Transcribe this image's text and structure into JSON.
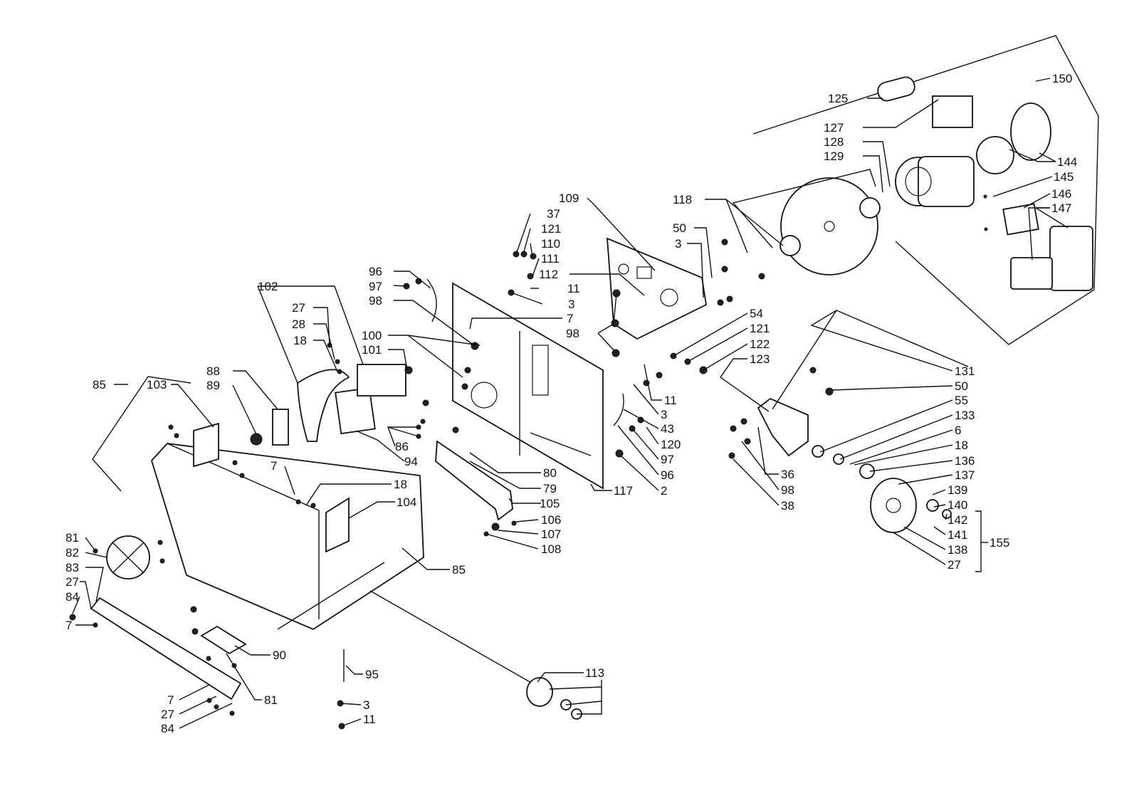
{
  "callouts": [
    "150",
    "125",
    "127",
    "128",
    "129",
    "144",
    "145",
    "146",
    "147",
    "118",
    "109",
    "50",
    "3",
    "37",
    "121",
    "110",
    "111",
    "112",
    "11",
    "96",
    "97",
    "98",
    "7",
    "102",
    "27",
    "28",
    "18",
    "100",
    "101",
    "88",
    "89",
    "85",
    "103",
    "86",
    "94",
    "80",
    "79",
    "105",
    "106",
    "107",
    "108",
    "117",
    "54",
    "122",
    "123",
    "131",
    "55",
    "133",
    "6",
    "136",
    "137",
    "139",
    "140",
    "142",
    "141",
    "138",
    "155",
    "43",
    "120",
    "2",
    "36",
    "38",
    "104",
    "81",
    "82",
    "83",
    "84",
    "90",
    "95",
    "113"
  ]
}
